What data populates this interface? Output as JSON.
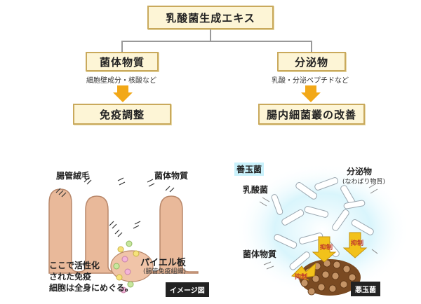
{
  "flow": {
    "top": "乳酸菌生成エキス",
    "left": {
      "title": "菌体物質",
      "desc": "細胞壁成分・核酸など",
      "result": "免疫調整"
    },
    "right": {
      "title": "分泌物",
      "desc": "乳酸・分泌ペプチドなど",
      "result": "腸内細菌叢の改善"
    }
  },
  "left_illustration": {
    "villi_label": "腸管絨毛",
    "cell_label": "菌体物質",
    "peyer_label": "パイエル板",
    "peyer_sub": "(腸管免疫組織)",
    "note_lines": [
      "ここで活性化",
      "された免疫",
      "細胞は全身にめぐる。"
    ],
    "image_tag": "イメージ図"
  },
  "right_illustration": {
    "good_bacteria": "善玉菌",
    "secretion_label": "分泌物",
    "secretion_sub": "(なわばり物質)",
    "lactic_label": "乳酸菌",
    "cell_label": "菌体物質",
    "suppress_1": "抑制",
    "suppress_2": "抑制",
    "suppress_3": "抑制",
    "bad_bacteria": "悪玉菌"
  },
  "colors": {
    "box_fill": "#fdf5d6",
    "box_border": "#c9a95c",
    "arrow": "#f2a818",
    "villi": "#e9b99a",
    "good_glow": "#c9f1fb",
    "bad": "#8b5a2b"
  }
}
